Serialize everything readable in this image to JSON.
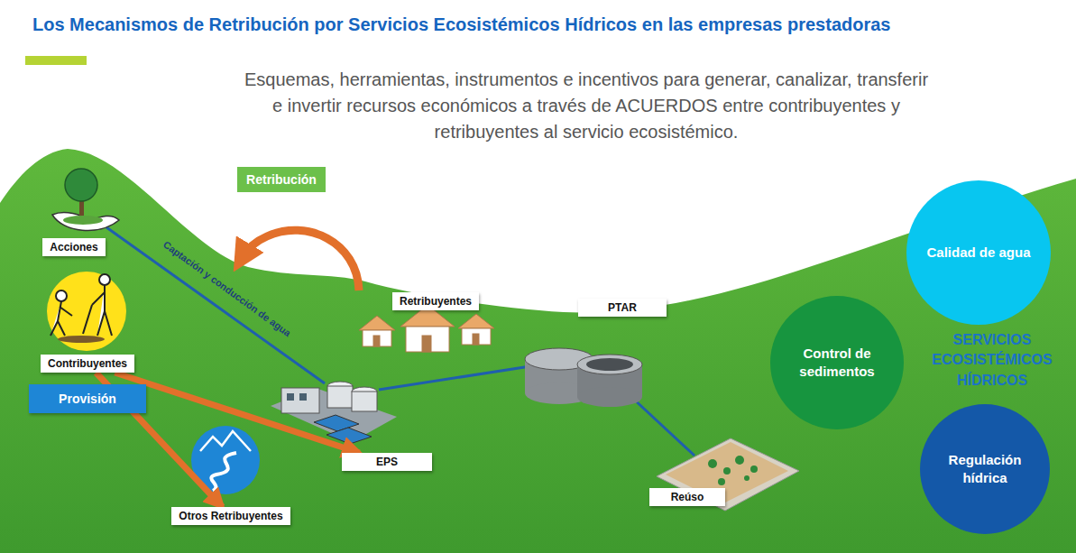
{
  "diagram": {
    "title": "Los Mecanismos de Retribución por Servicios Ecosistémicos Hídricos en las empresas prestadoras",
    "nodes": [
      {
        "text": [
          "Retribución"
        ]
      },
      {
        "text": [
          "Acciones"
        ]
      },
      {
        "text": [
          "Contribuyentes"
        ]
      },
      {
        "text": [
          "Provisión"
        ]
      },
      {
        "text": [
          "Retribuyentes"
        ]
      },
      {
        "text": [
          "PTAR"
        ]
      },
      {
        "text": [
          "EPS"
        ]
      },
      {
        "text": [
          "Reúso"
        ]
      },
      {
        "text": [
          "Otros Retribuyentes"
        ]
      },
      {
        "text": [
          "Calidad de agua"
        ]
      },
      {
        "text": [
          "Control de sedimentos"
        ]
      },
      {
        "text": [
          "Regulación hídrica"
        ]
      }
    ],
    "edges": [
      {
        "from": 2,
        "to": 6,
        "arrow": "to"
      },
      {
        "from": 2,
        "to": 8,
        "arrow": "to"
      }
    ],
    "labels": [
      "Esquemas, herramientas, instrumentos e incentivos para generar, canalizar, transferir e invertir recursos económicos a través de ACUERDOS entre contribuyentes y retribuyentes al servicio ecosistémico.",
      "Captación y conducción de agua",
      "SERVICIOS ECOSISTÉMICOS HÍDRICOS"
    ]
  }
}
